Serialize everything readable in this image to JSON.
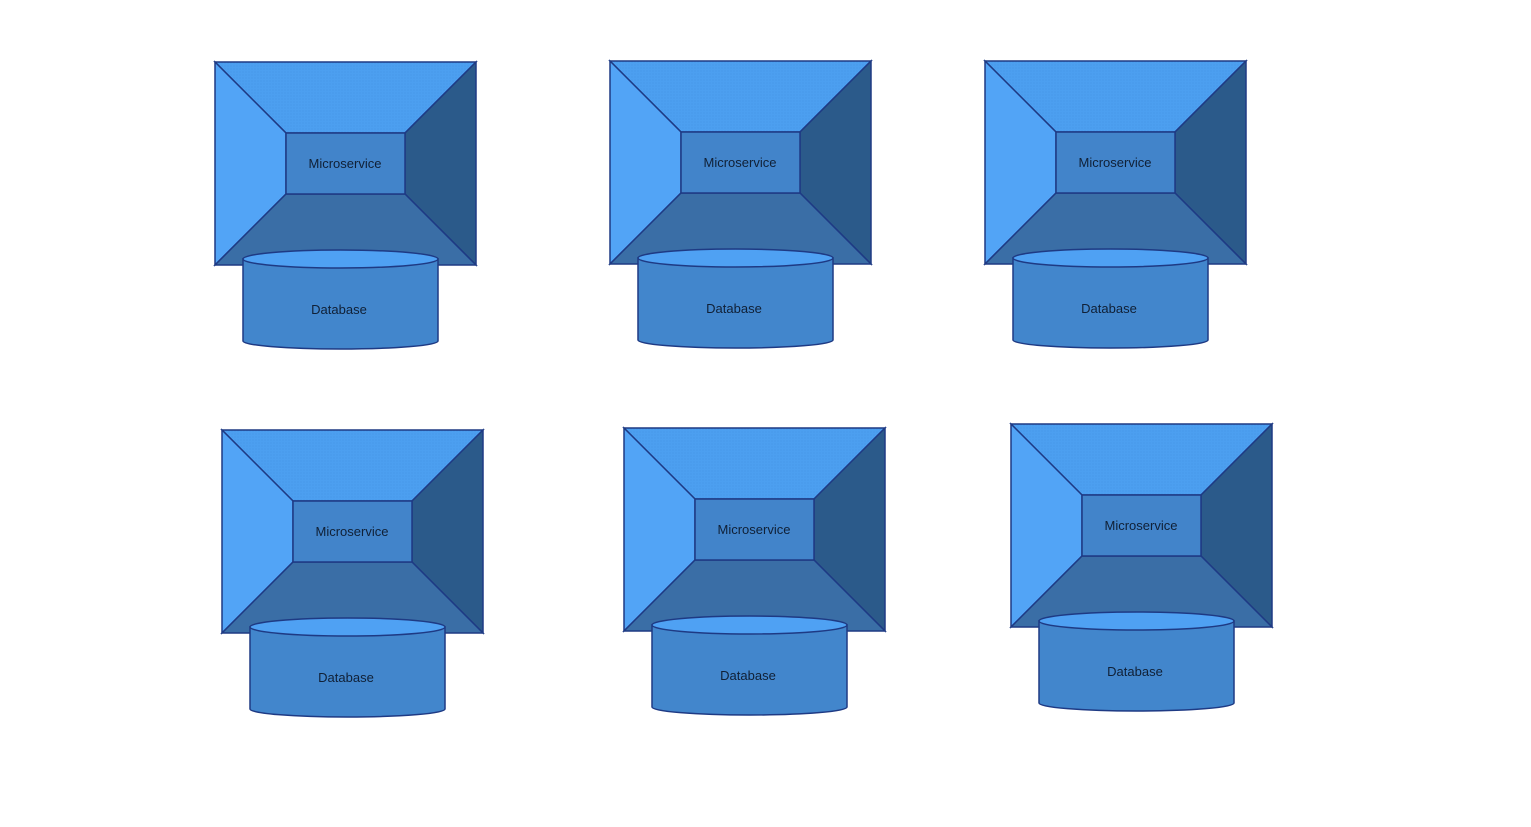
{
  "colors": {
    "stroke": "#1e3a84",
    "top": "#4c9ff0",
    "left": "#52a4f6",
    "right": "#2b5a8a",
    "bottom": "#3a6ea6",
    "front": "#4284ca",
    "cylinder_body": "#4286cc",
    "cylinder_top": "#4fa1f3",
    "text": "#102036"
  },
  "nodes": [
    {
      "service_label": "Microservice",
      "db_label": "Database"
    },
    {
      "service_label": "Microservice",
      "db_label": "Database"
    },
    {
      "service_label": "Microservice",
      "db_label": "Database"
    },
    {
      "service_label": "Microservice",
      "db_label": "Database"
    },
    {
      "service_label": "Microservice",
      "db_label": "Database"
    },
    {
      "service_label": "Microservice",
      "db_label": "Database"
    }
  ]
}
